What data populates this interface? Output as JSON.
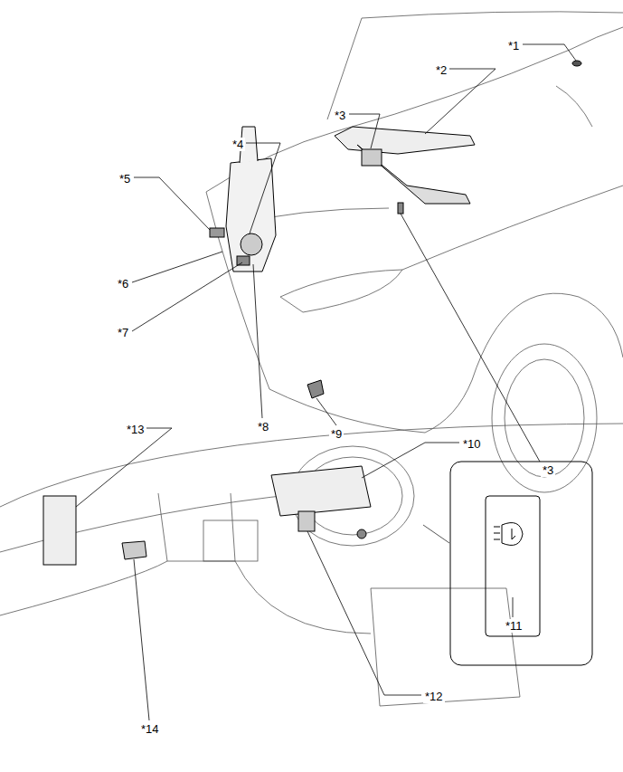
{
  "diagram": {
    "labels": [
      "*1",
      "*2",
      "*3",
      "*4",
      "*5",
      "*6",
      "*7",
      "*3",
      "*8",
      "*9",
      "*13",
      "*10",
      "*11",
      "*12",
      "*14"
    ]
  }
}
